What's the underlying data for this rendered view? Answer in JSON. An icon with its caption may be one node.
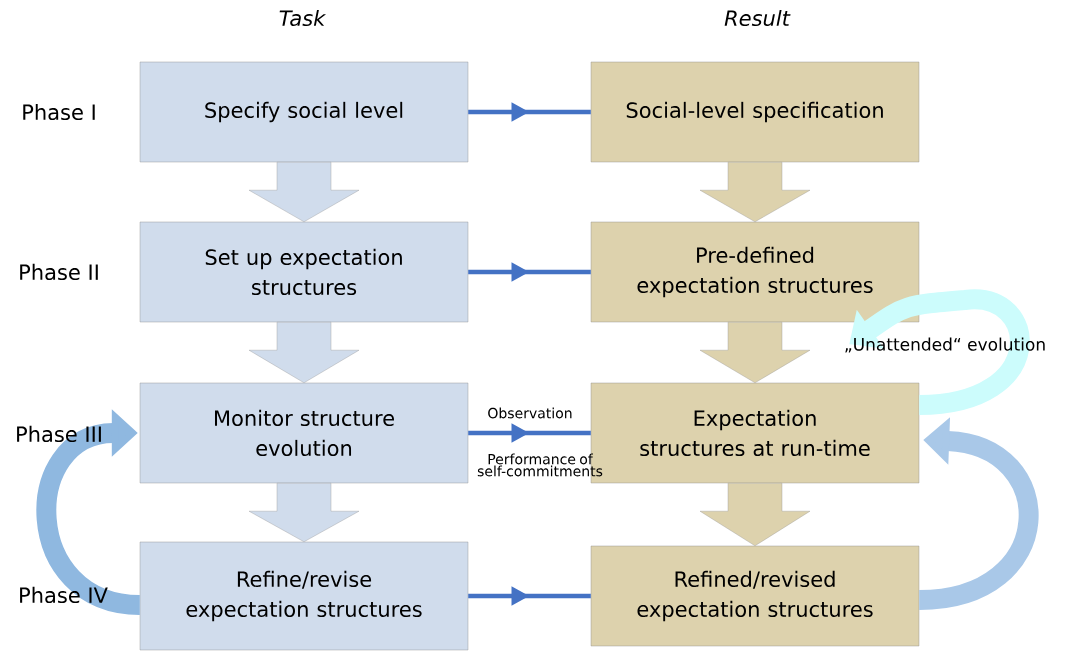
{
  "diagram": {
    "nodes": [
      {
        "text": [
          "Specify social level"
        ]
      },
      {
        "text": [
          "Set up expectation structures"
        ]
      },
      {
        "text": [
          "Monitor structure evolution"
        ]
      },
      {
        "text": [
          "Refine/revise expectation structures"
        ]
      },
      {
        "text": [
          "Social-level specification"
        ]
      },
      {
        "text": [
          "Pre-defined expectation structures"
        ]
      },
      {
        "text": [
          "Expectation structures at run-time"
        ]
      },
      {
        "text": [
          "Refined/revised expectation structures"
        ]
      }
    ],
    "edges": [
      {
        "from": 0,
        "to": 4,
        "arrow": "to",
        "color": "#4472c4"
      },
      {
        "from": 1,
        "to": 5,
        "arrow": "to",
        "color": "#4472c4"
      },
      {
        "from": 2,
        "to": 6,
        "arrow": "to",
        "color": "#4472c4",
        "label": "Observation"
      },
      {
        "from": 3,
        "to": 7,
        "arrow": "to",
        "color": "#4472c4"
      },
      {
        "from": 0,
        "to": 1,
        "arrow": "to",
        "style": "thick",
        "color": "#d0dcec"
      },
      {
        "from": 1,
        "to": 2,
        "arrow": "to",
        "style": "thick",
        "color": "#d0dcec"
      },
      {
        "from": 2,
        "to": 3,
        "arrow": "to",
        "style": "thick",
        "color": "#d0dcec"
      },
      {
        "from": 4,
        "to": 5,
        "arrow": "to",
        "style": "thick",
        "color": "#ddd2ad"
      },
      {
        "from": 5,
        "to": 6,
        "arrow": "to",
        "style": "thick",
        "color": "#ddd2ad"
      },
      {
        "from": 6,
        "to": 7,
        "arrow": "to",
        "style": "thick",
        "color": "#ddd2ad"
      },
      {
        "from": 3,
        "to": 2,
        "arrow": "to",
        "style": "thick",
        "color": "#8fb8e0"
      },
      {
        "from": 7,
        "to": 6,
        "arrow": "to",
        "style": "thick",
        "color": "#a9c8e8"
      },
      {
        "from": 6,
        "to": 5,
        "arrow": "to",
        "style": "thick",
        "color": "#ccfcfc",
        "label": "„Unattended“ evolution"
      }
    ],
    "labels": [
      "Task",
      "Result",
      "Phase I",
      "Phase II",
      "Phase III",
      "Phase IV",
      "Performance of self-commitments"
    ]
  }
}
